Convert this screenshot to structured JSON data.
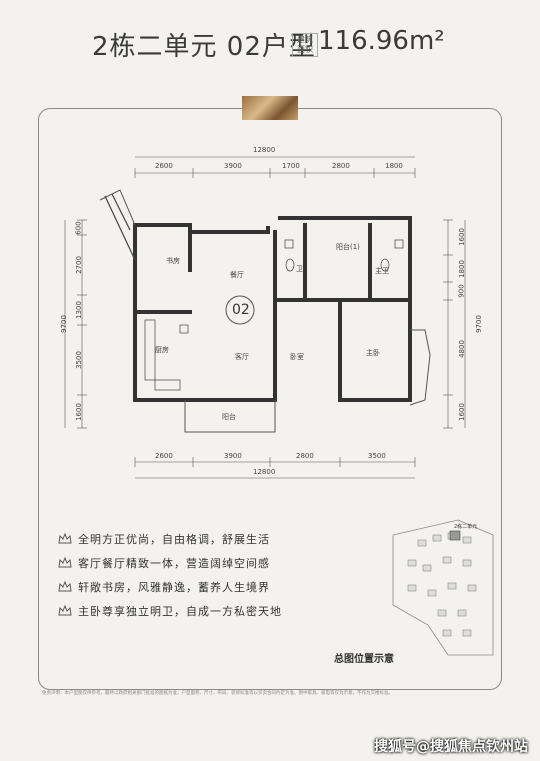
{
  "header": {
    "title": "2栋二单元 02户型",
    "area_tag": "建筑面积",
    "area_value": "116.96m²"
  },
  "plan": {
    "unit_label": "02",
    "dims_top_total": "12800",
    "dims_top": [
      "2600",
      "3900",
      "1700",
      "2800",
      "1800"
    ],
    "dims_bottom": [
      "2600",
      "3900",
      "2800",
      "3500"
    ],
    "dims_bottom_total": "12800",
    "dims_left_total": "9700",
    "dims_left": [
      "600",
      "2700",
      "1300",
      "3500",
      "1600"
    ],
    "dims_right_total": "9700",
    "dims_right": [
      "1600",
      "1800",
      "900",
      "4800",
      "1600"
    ],
    "rooms": {
      "study": "书房",
      "dining": "餐厅",
      "kitchen": "厨房",
      "living": "客厅",
      "bedroom": "卧室",
      "master": "主卧",
      "bath": "卫",
      "master_bath": "主卫",
      "balcony_top": "阳台(1)",
      "balcony_bottom": "阳台"
    }
  },
  "features": [
    "全明方正优尚，自由格调，舒展生活",
    "客厅餐厅精致一体，营造阔绰空间感",
    "轩敞书房，风雅静逸，蓄养人生境界",
    "主卧尊享独立明卫，自成一方私密天地"
  ],
  "site_plan": {
    "label": "总图位置示意",
    "marker": "2栋二单元"
  },
  "disclaimer": "免责声明：本户型图仅供参考，最终以政府相关部门批准的图纸为准，户型面积、尺寸、布局、装修标准等以买卖合同约定为准。图中家具、家电等仅为示意，不作为交楼标准。",
  "watermark": "搜狐号@搜狐焦点钦州站",
  "colors": {
    "background": "#f3f2ee",
    "frame": "#8a8a8a",
    "accent": "#9a6f3e",
    "wall": "#333333"
  }
}
